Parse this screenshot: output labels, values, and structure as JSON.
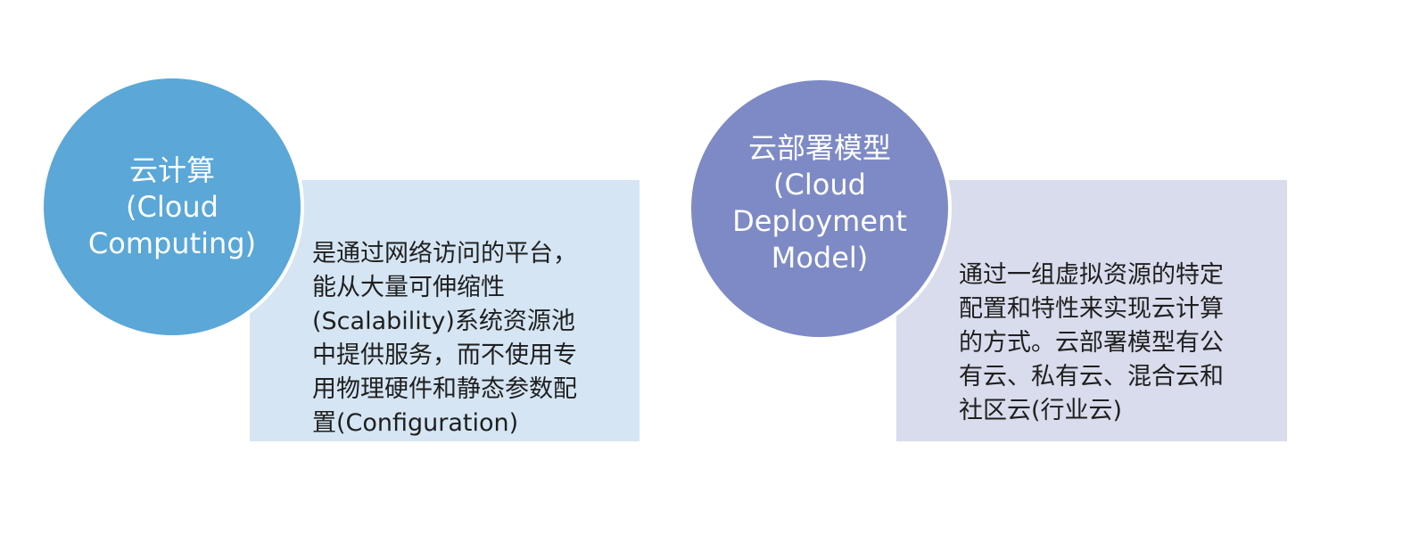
{
  "concepts": [
    {
      "title": "云计算\n(Cloud\nComputing)",
      "description": "是通过网络访问的平台，\n能从大量可伸缩性\n(Scalability)系统资源池\n中提供服务，而不使用专\n用物理硬件和静态参数配\n置(Configuration)",
      "circle_color": "#5aa7d8",
      "box_color": "#d5e5f3"
    },
    {
      "title": "云部署模型\n(Cloud\nDeployment\nModel)",
      "description": "通过一组虚拟资源的特定\n配置和特性来实现云计算\n的方式。云部署模型有公\n有云、私有云、混合云和\n社区云(行业云)",
      "circle_color": "#7d8ac5",
      "box_color": "#d9dcec"
    }
  ]
}
